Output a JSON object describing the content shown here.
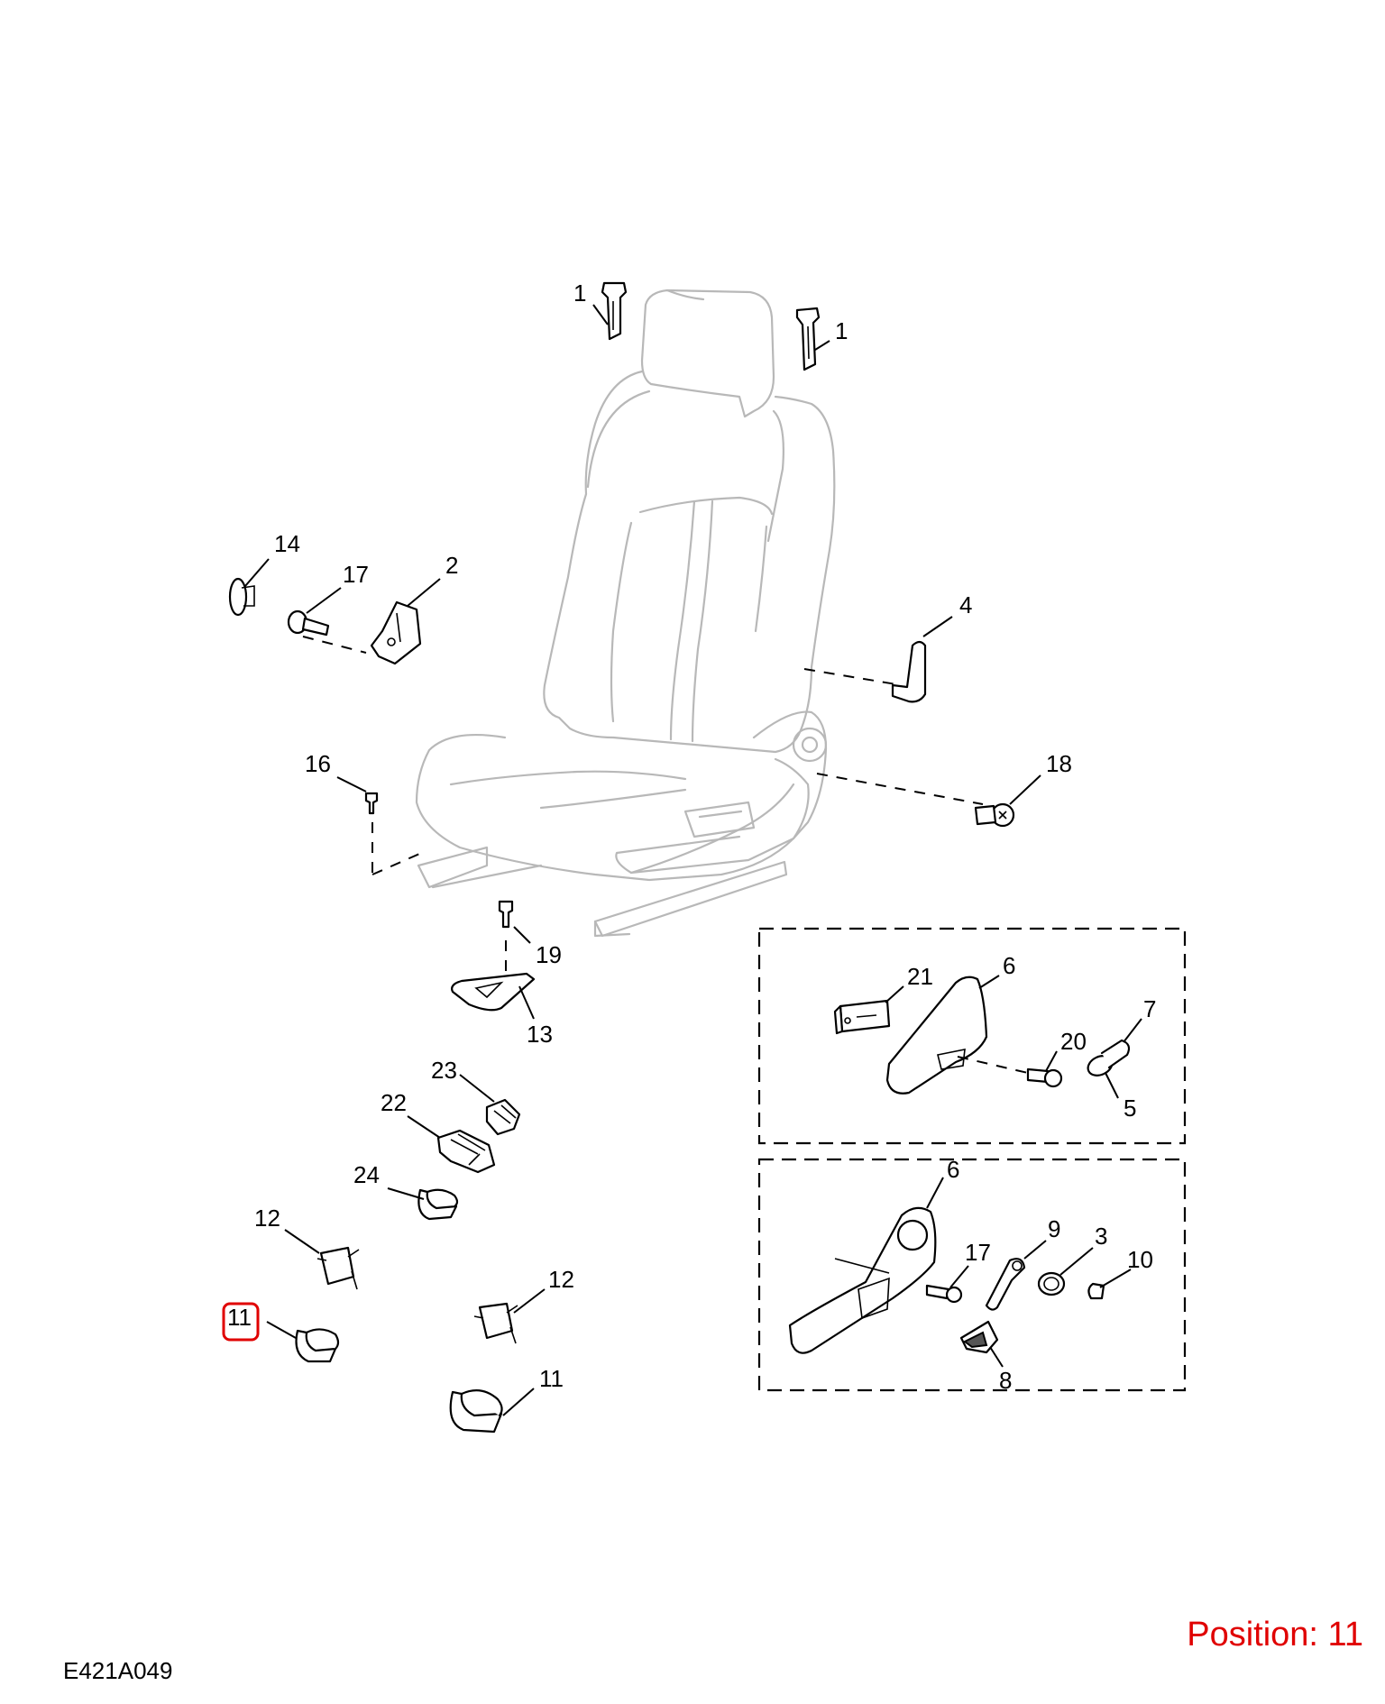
{
  "diagram": {
    "reference_code": "E421A049",
    "position_label": "Position: 11",
    "highlight_color": "#e00000",
    "callouts": {
      "c1a": "1",
      "c1b": "1",
      "c2": "2",
      "c4": "4",
      "c14": "14",
      "c17a": "17",
      "c16": "16",
      "c18": "18",
      "c19": "19",
      "c13": "13",
      "c23": "23",
      "c22": "22",
      "c24": "24",
      "c12a": "12",
      "c12b": "12",
      "c11a": "11",
      "c11b": "11",
      "c21": "21",
      "c6a": "6",
      "c7": "7",
      "c20": "20",
      "c5": "5",
      "c6b": "6",
      "c9": "9",
      "c3": "3",
      "c17b": "17",
      "c10": "10",
      "c8": "8"
    }
  }
}
